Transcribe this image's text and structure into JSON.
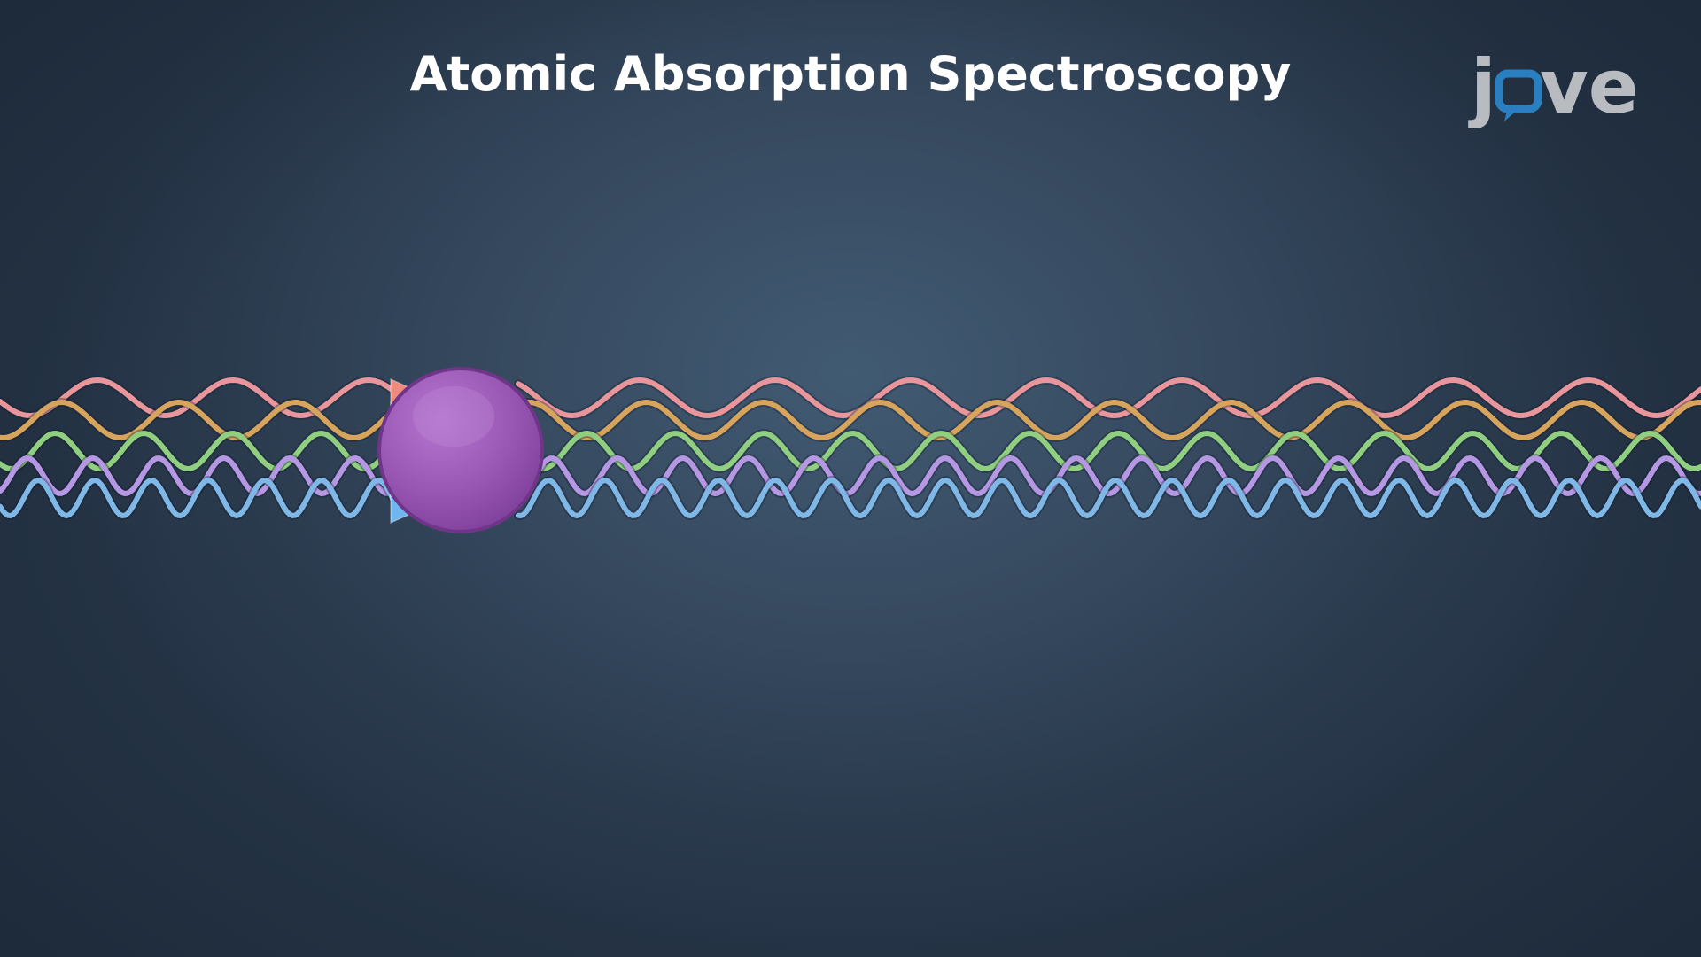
{
  "slide": {
    "title": "Atomic Absorption Spectroscopy"
  },
  "logo": {
    "letters_left": "j",
    "letters_right": "ve",
    "text_color": "#b8bcc0",
    "bubble_color": "#2a7fc1"
  },
  "diagram": {
    "atom_color": "#9b59b6",
    "wave_colors": [
      "#e8959b",
      "#d6a45c",
      "#8fcf7f",
      "#b597e3",
      "#7fb8e6"
    ],
    "arrow_colors": [
      "#f08a7d",
      "#e6a158",
      "#c2c760",
      "#7ed37a",
      "#b79ae8",
      "#6fb6ee"
    ]
  }
}
